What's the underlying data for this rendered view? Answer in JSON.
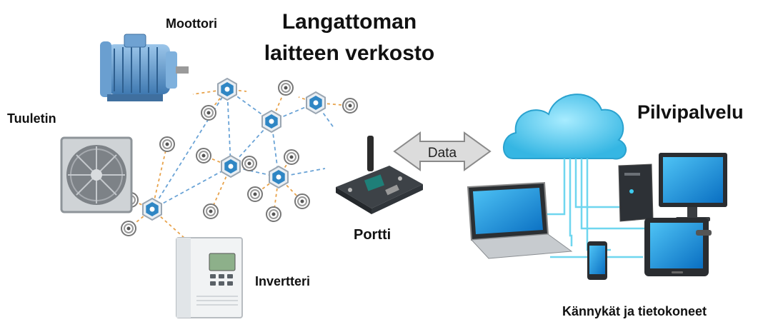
{
  "title": {
    "line1": "Langattoman",
    "line2": "laitteen verkosto"
  },
  "labels": {
    "motor": "Moottori",
    "fan": "Tuuletin",
    "inverter": "Invertteri",
    "gateway": "Portti",
    "cloud": "Pilvipalvelu",
    "devices": "Kännykät ja tietokoneet",
    "data_arrow": "Data"
  },
  "icons": [
    "motor-icon",
    "fan-icon",
    "inverter-icon",
    "gateway-icon",
    "cloud-icon",
    "laptop-icon",
    "desktop-icon",
    "monitor-icon",
    "phone-icon",
    "tablet-icon",
    "network-node-icon",
    "sensor-icon"
  ],
  "colors": {
    "node_fill": "#2f86c4",
    "link_line": "#6aa3d6",
    "device_link": "#e8a34c",
    "cloud": "#5cc8e8",
    "arrow": "#d9d9d9"
  }
}
